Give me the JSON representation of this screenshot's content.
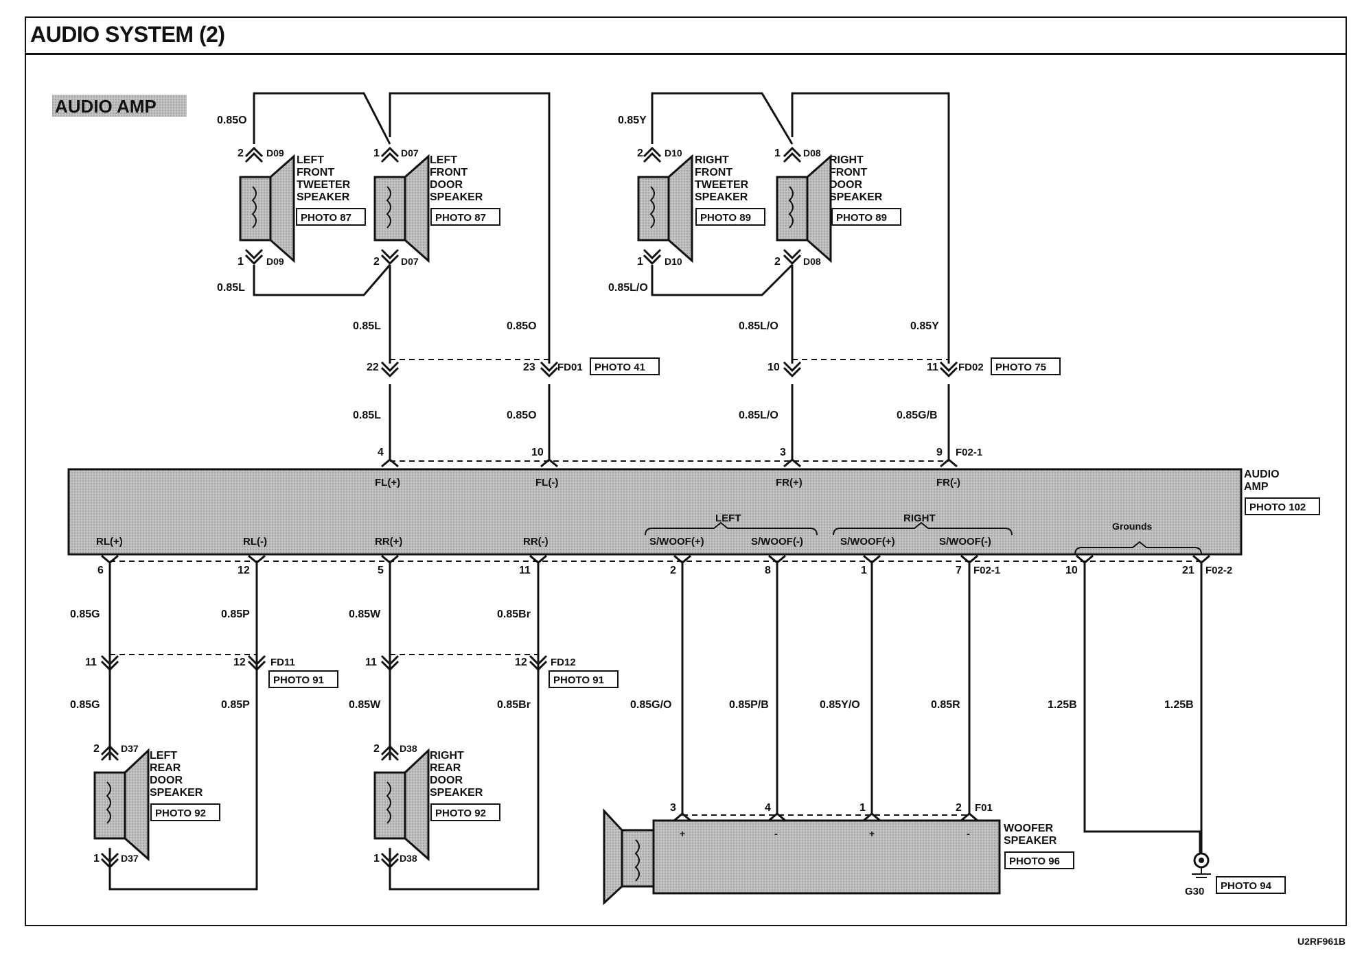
{
  "title": "AUDIO SYSTEM (2)",
  "section_label": "AUDIO AMP",
  "footer_code": "U2RF961B",
  "amp": {
    "name_line1": "AUDIO",
    "name_line2": "AMP",
    "photo": "PHOTO 102",
    "connector_top": "F02-1",
    "connector_bottom_1": "F02-1",
    "connector_bottom_2": "F02-2",
    "pins_top": [
      {
        "label": "FL(+)",
        "pin": "4"
      },
      {
        "label": "FL(-)",
        "pin": "10"
      },
      {
        "label": "FR(+)",
        "pin": "3"
      },
      {
        "label": "FR(-)",
        "pin": "9"
      }
    ],
    "pins_bottom": [
      {
        "label": "RL(+)",
        "pin": "6"
      },
      {
        "label": "RL(-)",
        "pin": "12"
      },
      {
        "label": "RR(+)",
        "pin": "5"
      },
      {
        "label": "RR(-)",
        "pin": "11"
      },
      {
        "label": "S/WOOF(+)",
        "pin": "2"
      },
      {
        "label": "S/WOOF(-)",
        "pin": "8"
      },
      {
        "label": "S/WOOF(+)",
        "pin": "1"
      },
      {
        "label": "S/WOOF(-)",
        "pin": "7"
      },
      {
        "label": "",
        "pin": "10"
      },
      {
        "label": "",
        "pin": "21"
      }
    ],
    "group_left": "LEFT",
    "group_right": "RIGHT",
    "group_grounds": "Grounds"
  },
  "speakers": {
    "lf_tweeter": {
      "name": [
        "LEFT",
        "FRONT",
        "TWEETER",
        "SPEAKER"
      ],
      "photo": "PHOTO 87",
      "conn": "D09",
      "pin_top": "2",
      "pin_bot": "1",
      "wire_top": "0.85O",
      "wire_bot": "0.85L"
    },
    "lf_door": {
      "name": [
        "LEFT",
        "FRONT",
        "DOOR",
        "SPEAKER"
      ],
      "photo": "PHOTO 87",
      "conn": "D07",
      "pin_top": "1",
      "pin_bot": "2"
    },
    "rf_tweeter": {
      "name": [
        "RIGHT",
        "FRONT",
        "TWEETER",
        "SPEAKER"
      ],
      "photo": "PHOTO 89",
      "conn": "D10",
      "pin_top": "2",
      "pin_bot": "1",
      "wire_top": "0.85Y",
      "wire_bot": "0.85L/O"
    },
    "rf_door": {
      "name": [
        "RIGHT",
        "FRONT",
        "DOOR",
        "SPEAKER"
      ],
      "photo": "PHOTO 89",
      "conn": "D08",
      "pin_top": "1",
      "pin_bot": "2"
    },
    "lr_door": {
      "name": [
        "LEFT",
        "REAR",
        "DOOR",
        "SPEAKER"
      ],
      "photo": "PHOTO 92",
      "conn": "D37",
      "pin_top": "2",
      "pin_bot": "1"
    },
    "rr_door": {
      "name": [
        "RIGHT",
        "REAR",
        "DOOR",
        "SPEAKER"
      ],
      "photo": "PHOTO 92",
      "conn": "D38",
      "pin_top": "2",
      "pin_bot": "1"
    },
    "woofer": {
      "name": [
        "WOOFER",
        "SPEAKER"
      ],
      "photo": "PHOTO 96",
      "conn": "F01",
      "pins": [
        "3",
        "4",
        "1",
        "2"
      ]
    }
  },
  "front_connectors": {
    "fd01": {
      "name": "FD01",
      "photo": "PHOTO 41",
      "pin_a": "22",
      "pin_b": "23"
    },
    "fd02": {
      "name": "FD02",
      "photo": "PHOTO 75",
      "pin_a": "10",
      "pin_b": "11"
    }
  },
  "rear_connectors": {
    "fd11": {
      "name": "FD11",
      "photo": "PHOTO 91",
      "pin_a": "11",
      "pin_b": "12"
    },
    "fd12": {
      "name": "FD12",
      "photo": "PHOTO 91",
      "pin_a": "11",
      "pin_b": "12"
    }
  },
  "wires_front": {
    "w1_upper": "0.85L",
    "w1_lower": "0.85L",
    "w2_upper": "0.85O",
    "w2_lower": "0.85O",
    "w3_upper": "0.85L/O",
    "w3_lower": "0.85L/O",
    "w4_upper": "0.85Y",
    "w4_lower": "0.85G/B"
  },
  "wires_rear": {
    "w6_upper": "0.85G",
    "w6_lower": "0.85G",
    "w12_upper": "0.85P",
    "w12_lower": "0.85P",
    "w5_upper": "0.85W",
    "w5_lower": "0.85W",
    "w11_upper": "0.85Br",
    "w11_lower": "0.85Br",
    "woof2": "0.85G/O",
    "woof8": "0.85P/B",
    "woof1": "0.85Y/O",
    "woof7": "0.85R",
    "gnd10": "1.25B",
    "gnd21": "1.25B"
  },
  "ground": {
    "name": "G30",
    "photo": "PHOTO 94"
  }
}
